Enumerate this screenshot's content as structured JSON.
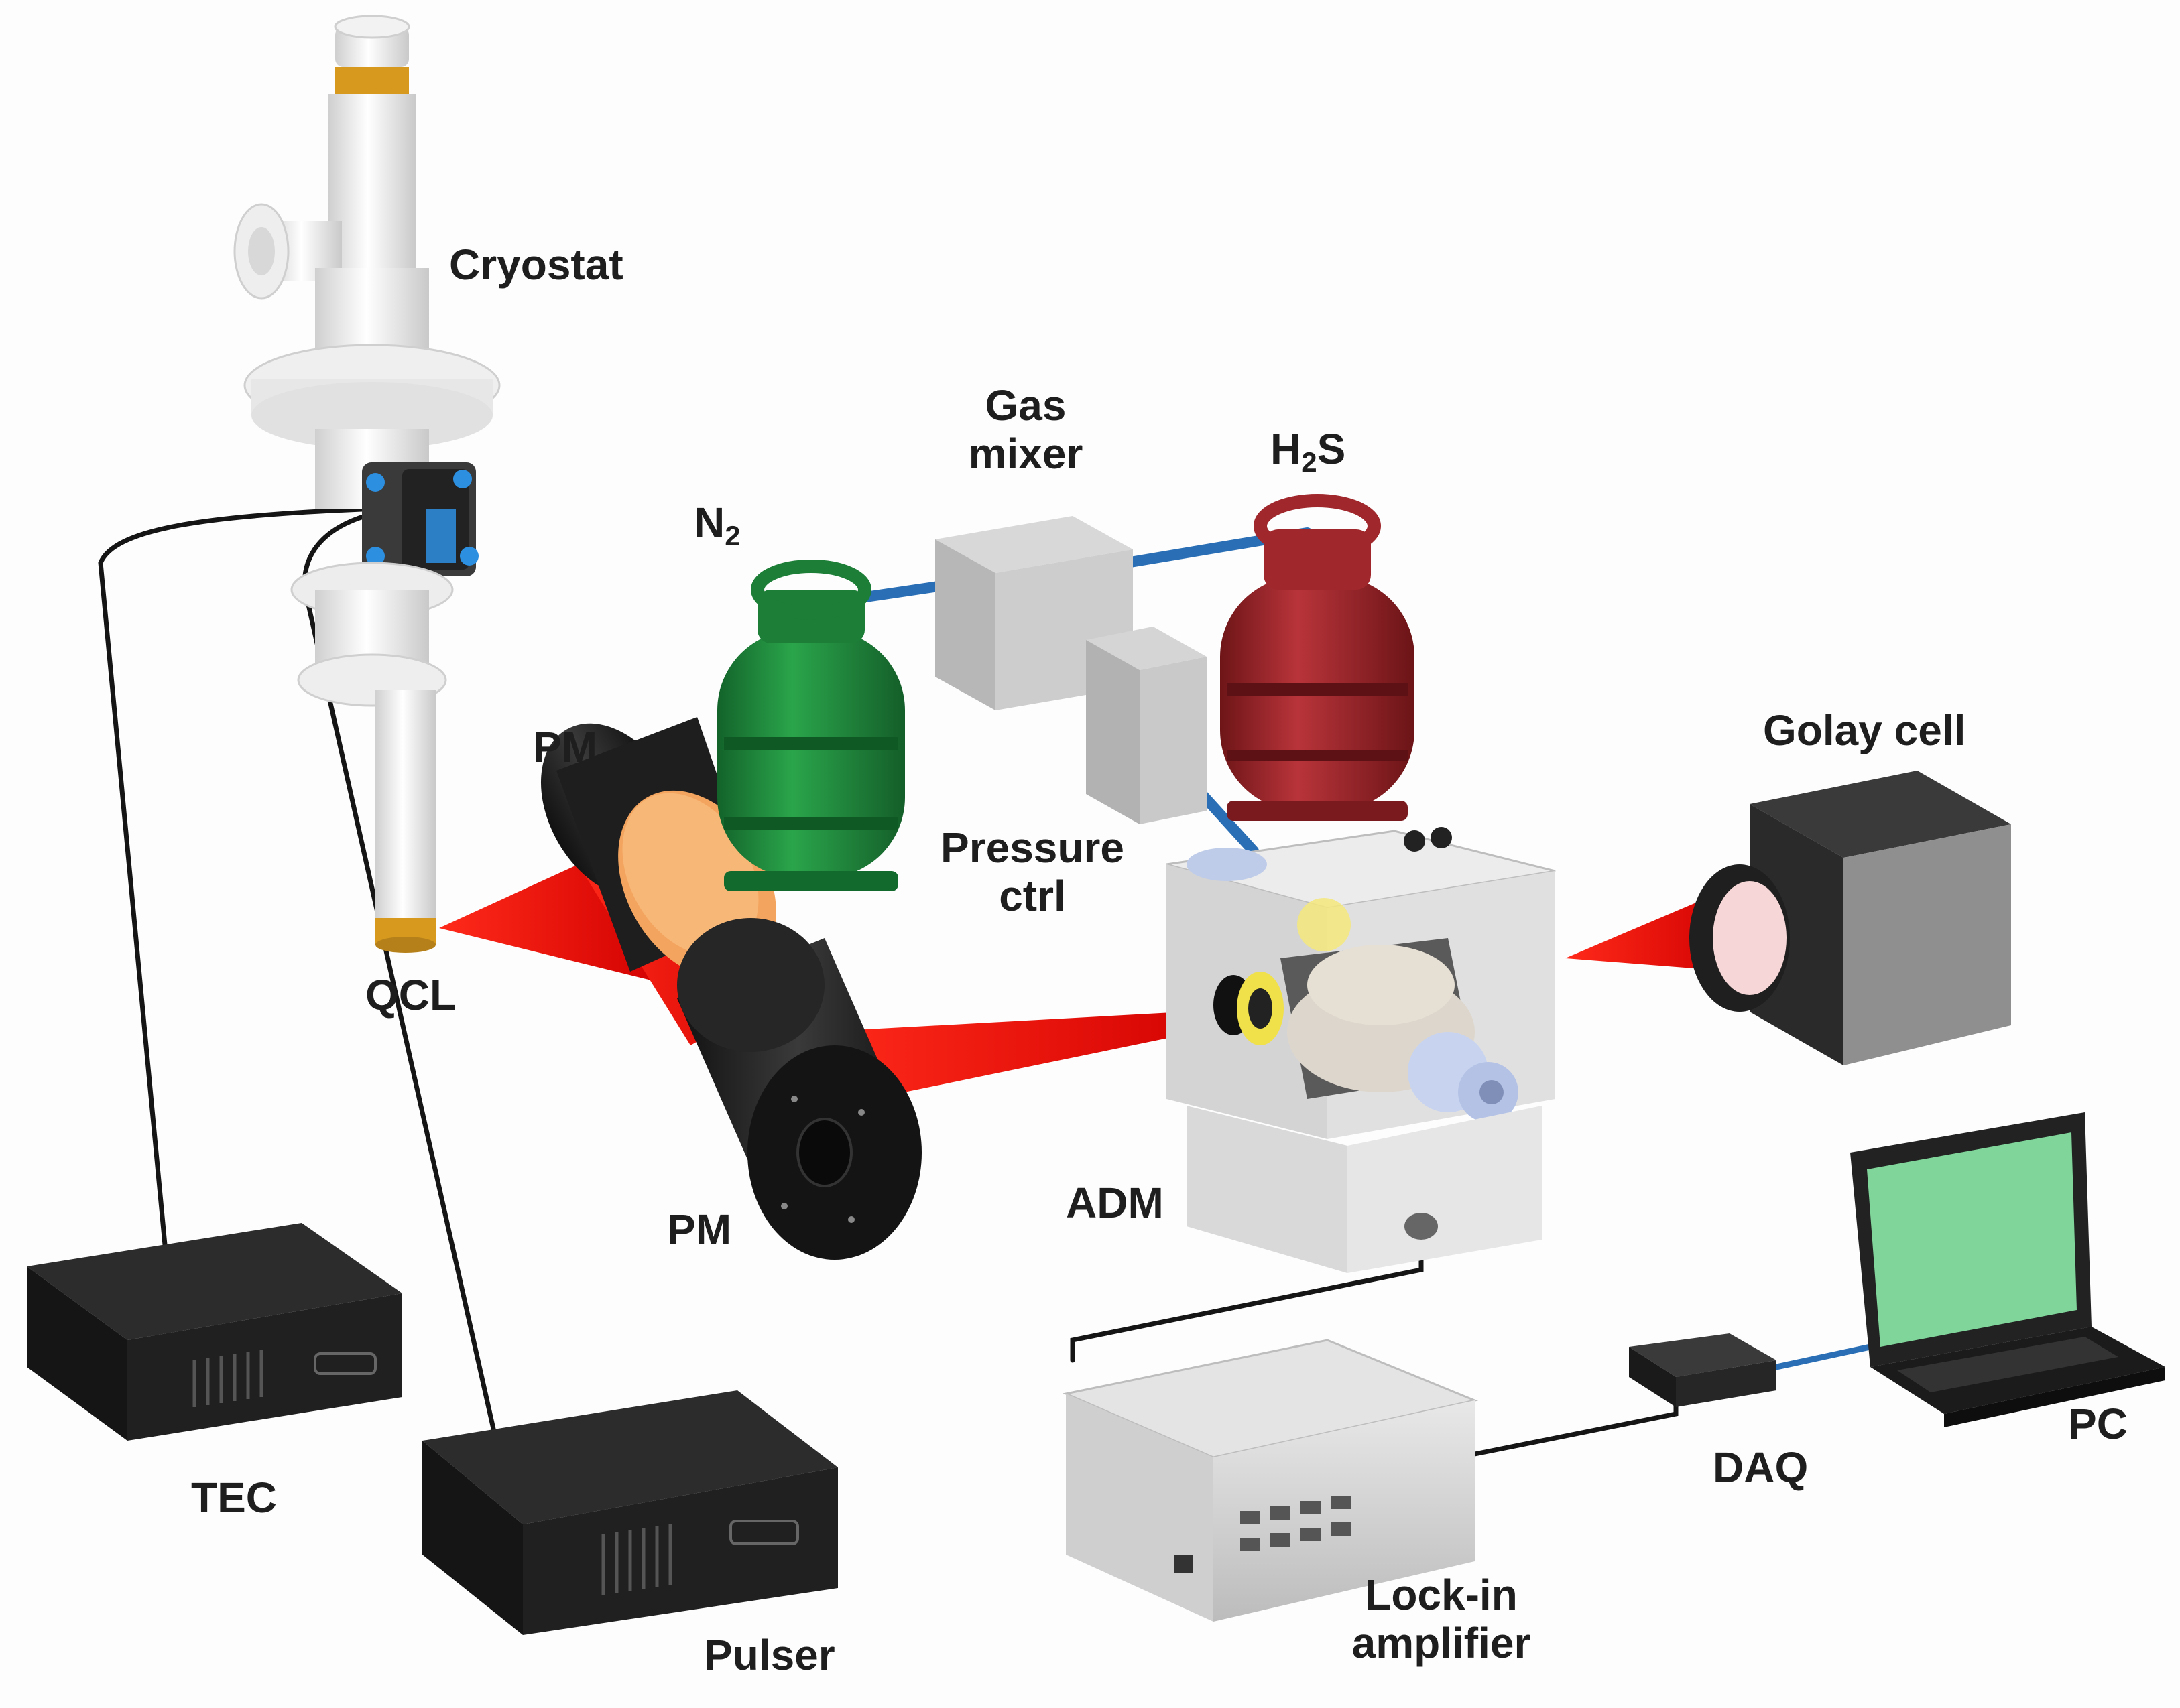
{
  "labels": {
    "cryostat": "Cryostat",
    "gas_mixer_line1": "Gas",
    "gas_mixer_line2": "mixer",
    "h2s_main": "H",
    "h2s_sub": "2",
    "h2s_tail": "S",
    "n2_main": "N",
    "n2_sub": "2",
    "pm_top": "PM",
    "pressure_line1": "Pressure",
    "pressure_line2": "ctrl",
    "golay": "Golay cell",
    "qcl": "QCL",
    "pm_bottom": "PM",
    "adm": "ADM",
    "tec": "TEC",
    "pulser": "Pulser",
    "lockin_line1": "Lock-in",
    "lockin_line2": "amplifier",
    "daq": "DAQ",
    "pc": "PC"
  },
  "colors": {
    "laser_beam": "#ff1a1a",
    "n2_cylinder": "#1f8a3c",
    "h2s_cylinder": "#a4262c",
    "gas_line": "#2a6fb5",
    "pc_screen": "#7fd59a",
    "instrument_black": "#2b2b2b",
    "instrument_grey": "#bdbdbd"
  }
}
